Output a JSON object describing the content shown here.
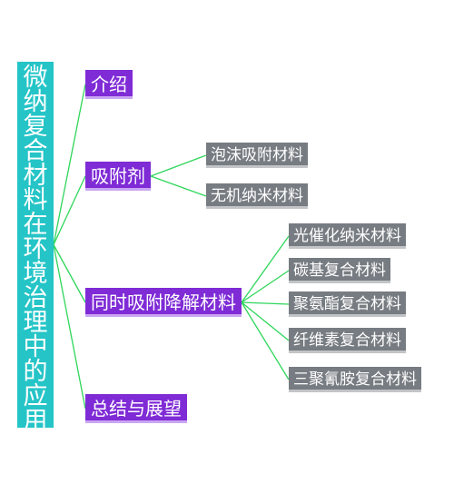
{
  "root": {
    "label": "微纳复合材料在环境治理中的应用"
  },
  "sections": [
    {
      "id": "intro",
      "label": "介绍",
      "children": []
    },
    {
      "id": "adsorbent",
      "label": "吸附剂",
      "children": [
        "泡沫吸附材料",
        "无机纳米材料"
      ]
    },
    {
      "id": "adsorb-degrade",
      "label": "同时吸附降解材料",
      "children": [
        "光催化纳米材料",
        "碳基复合材料",
        "聚氨酯复合材料",
        "纤维素复合材料",
        "三聚氰胺复合材料"
      ]
    },
    {
      "id": "summary",
      "label": "总结与展望",
      "children": []
    }
  ],
  "colors": {
    "root_bg": "#25c4c7",
    "section_bg": "#7f2bd6",
    "leaf_bg": "#777c82",
    "connector": "#2ed65a"
  }
}
